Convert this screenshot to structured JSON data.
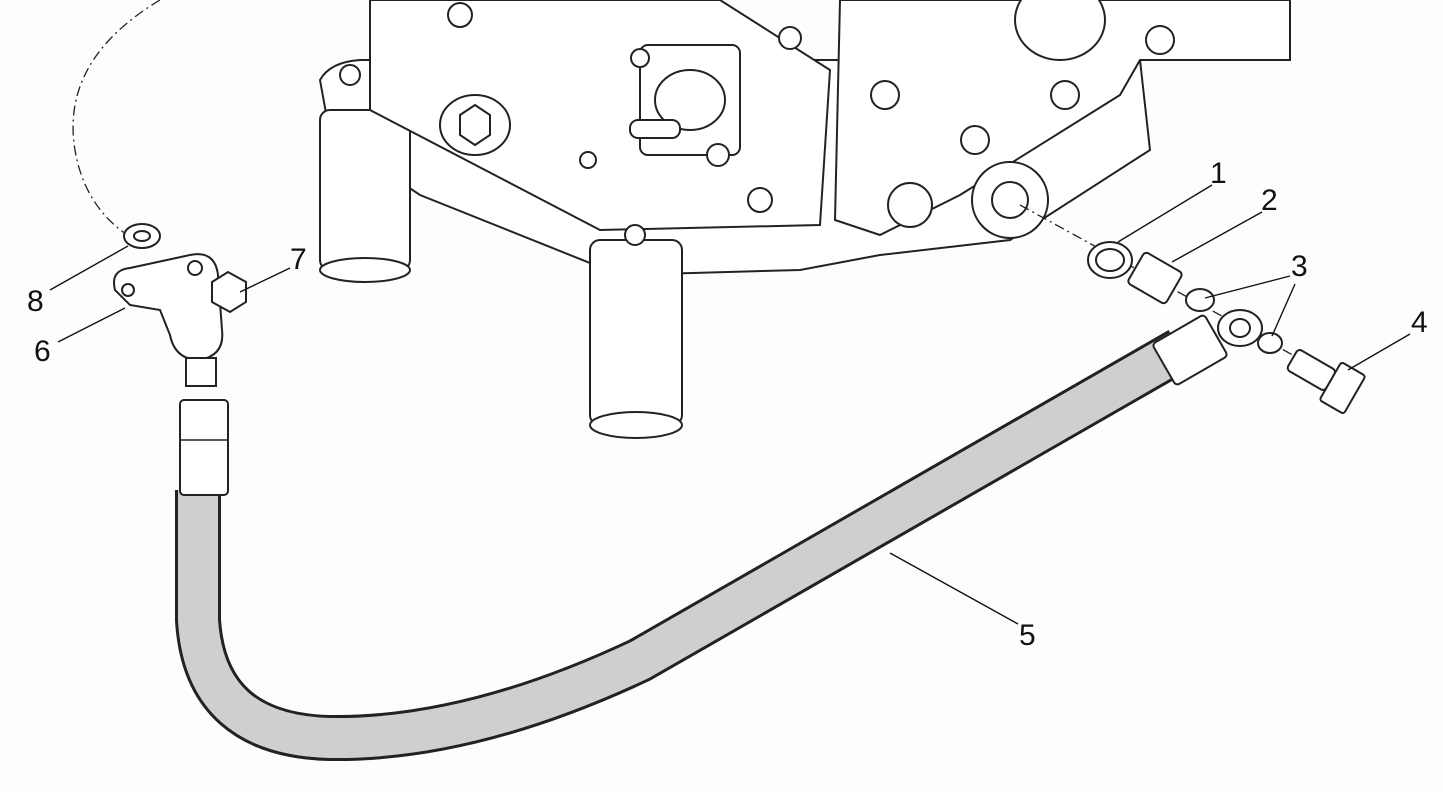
{
  "diagram": {
    "type": "exploded parts view",
    "callouts": [
      {
        "id": "1",
        "label": "1"
      },
      {
        "id": "2",
        "label": "2"
      },
      {
        "id": "3",
        "label": "3"
      },
      {
        "id": "4",
        "label": "4"
      },
      {
        "id": "5",
        "label": "5"
      },
      {
        "id": "6",
        "label": "6"
      },
      {
        "id": "7",
        "label": "7"
      },
      {
        "id": "8",
        "label": "8"
      }
    ],
    "colors": {
      "line": "#222222",
      "hose_fill": "#cfcfcf",
      "background": "#fdfdfd"
    }
  }
}
